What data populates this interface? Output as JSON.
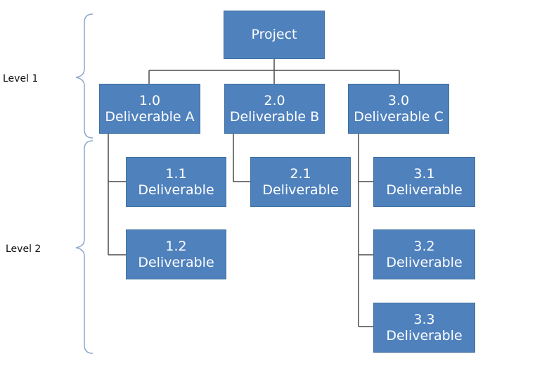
{
  "colors": {
    "box_fill": "#4f81bd",
    "connector": "#4a4a4a",
    "bracket": "#8ea9c9",
    "text": "#ffffff"
  },
  "levels": [
    {
      "label": "Level 1"
    },
    {
      "label": "Level 2"
    }
  ],
  "root": {
    "label": "Project"
  },
  "deliverables": [
    {
      "number": "1.0",
      "name": "Deliverable A",
      "children": [
        {
          "number": "1.1",
          "name": "Deliverable"
        },
        {
          "number": "1.2",
          "name": "Deliverable"
        }
      ]
    },
    {
      "number": "2.0",
      "name": "Deliverable B",
      "children": [
        {
          "number": "2.1",
          "name": "Deliverable"
        }
      ]
    },
    {
      "number": "3.0",
      "name": "Deliverable C",
      "children": [
        {
          "number": "3.1",
          "name": "Deliverable"
        },
        {
          "number": "3.2",
          "name": "Deliverable"
        },
        {
          "number": "3.3",
          "name": "Deliverable"
        }
      ]
    }
  ]
}
